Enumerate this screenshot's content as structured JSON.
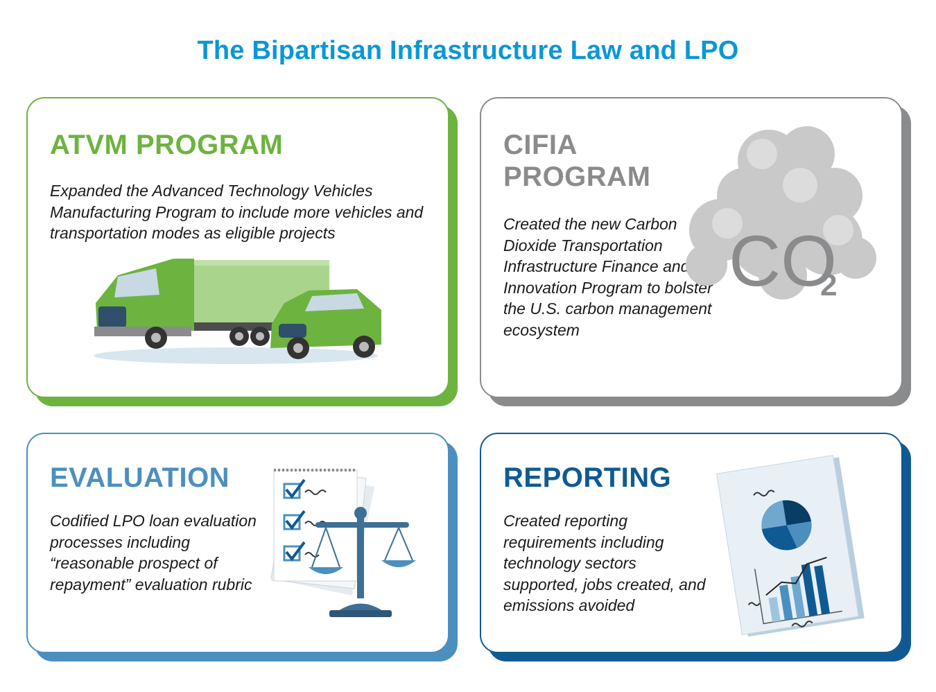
{
  "title": "The Bipartisan Infrastructure Law and LPO",
  "cards": [
    {
      "heading": "ATVM PROGRAM",
      "body": "Expanded the Advanced Technology Vehicles Manufacturing Program to include more vehicles and transportation modes as eligible projects",
      "accent": "#6db33f",
      "icon": "truck-and-car-illustration"
    },
    {
      "heading": "CIFIA PROGRAM",
      "body": "Created the new Carbon Dioxide Transportation Infrastructure Finance and Innovation Program to bolster the U.S. carbon management ecosystem",
      "accent": "#8a8b8d",
      "icon": "co2-cloud-illustration",
      "icon_text": "CO",
      "icon_sub": "2"
    },
    {
      "heading": "EVALUATION",
      "body": "Codified LPO loan evaluation processes including “reasonable prospect of repayment” evaluation rubric",
      "accent": "#4b8fbf",
      "icon": "checklist-and-scales-illustration"
    },
    {
      "heading": "REPORTING",
      "body": "Created reporting requirements including technology sectors supported, jobs created, and emissions avoided",
      "accent": "#0f5a93",
      "icon": "report-charts-illustration"
    }
  ],
  "colors": {
    "title": "#0b97d6",
    "atvm": "#6db33f",
    "cifia": "#8a8b8d",
    "evaluation": "#4b8fbf",
    "reporting": "#0f5a93"
  }
}
